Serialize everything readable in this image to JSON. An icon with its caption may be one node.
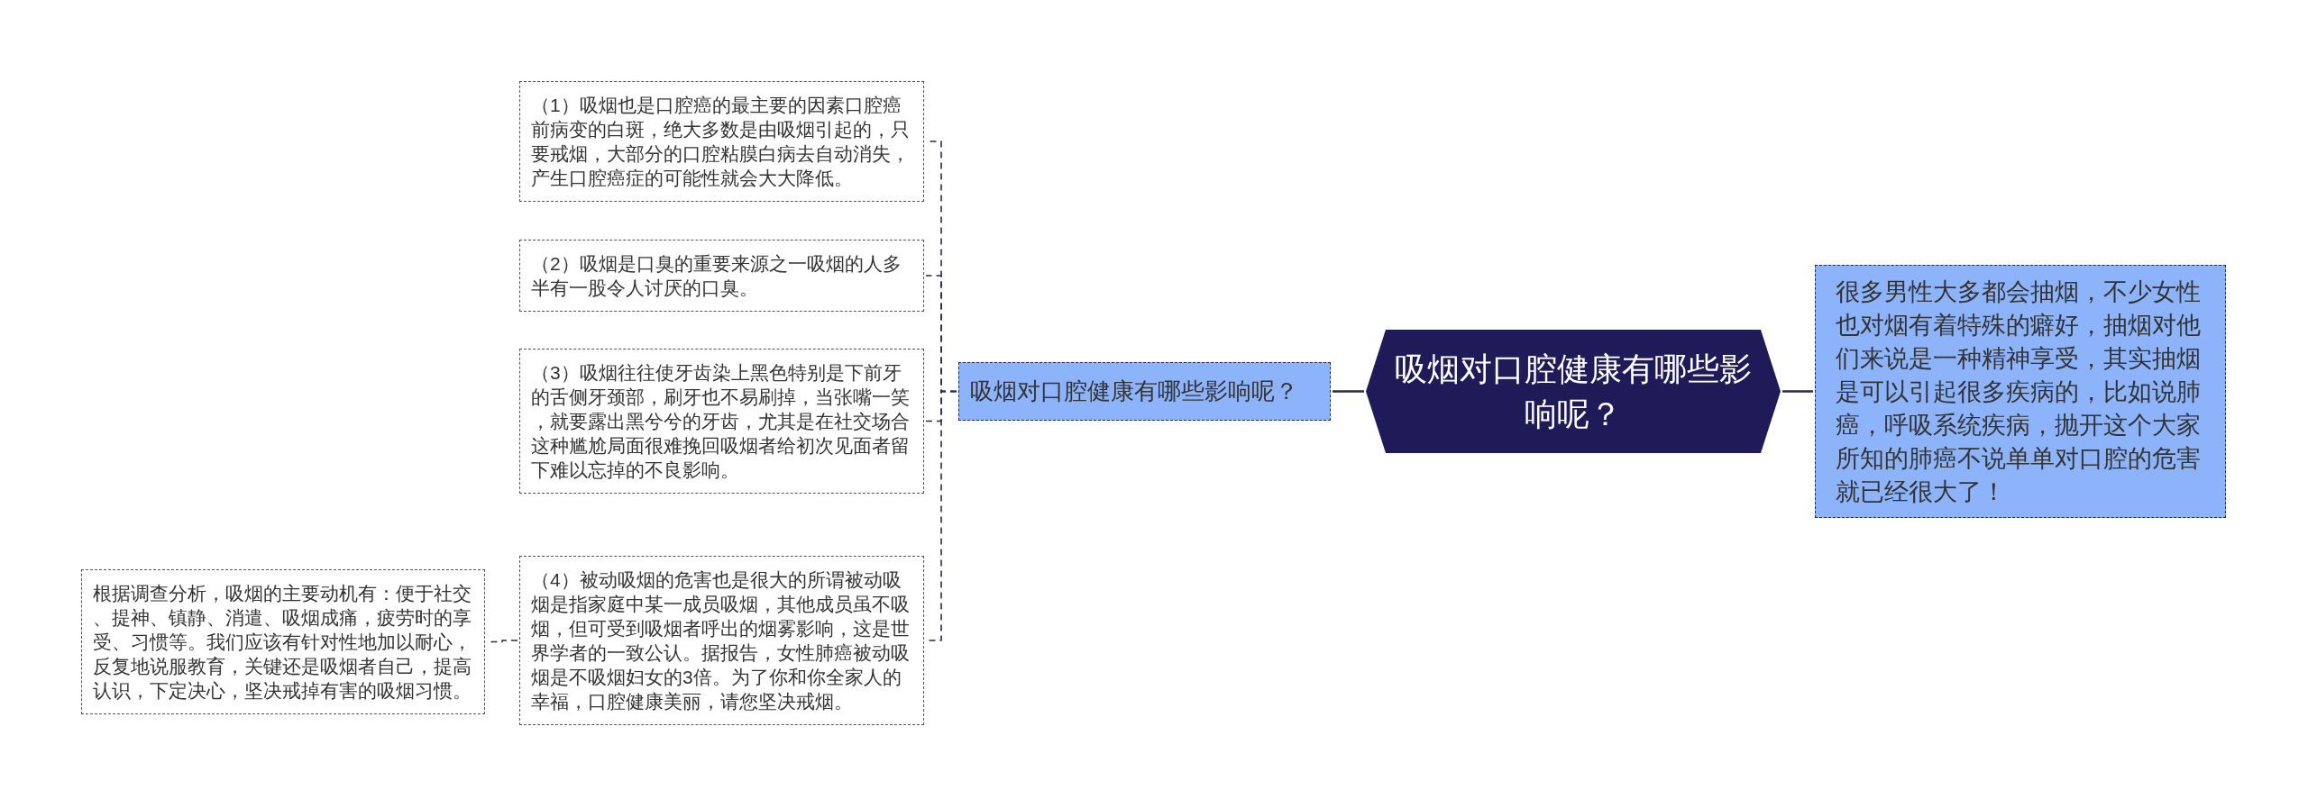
{
  "diagram": {
    "nodes": [
      {
        "text": [
          "吸烟对口腔健康有哪些影响呢？"
        ]
      },
      {
        "text": [
          "吸烟对口腔健康有哪些影响呢？"
        ]
      },
      {
        "text": [
          "（1）吸烟也是口腔癌的最主要的因素口腔癌前病变的白斑，绝大多数是由吸烟引起的，只要戒烟，大部分的口腔粘膜白病去自动消失，产生口腔癌症的可能性就会大大降低。"
        ]
      },
      {
        "text": [
          "（2）吸烟是口臭的重要来源之一吸烟的人多半有一股令人讨厌的口臭。"
        ]
      },
      {
        "text": [
          "（3）吸烟往往使牙齿染上黑色特别是下前牙的舌侧牙颈部，刷牙也不易刷掉，当张嘴一笑，就要露出黑兮兮的牙齿，尤其是在社交场合这种尴尬局面很难挽回吸烟者给初次见面者留下难以忘掉的不良影响。"
        ]
      },
      {
        "text": [
          "（4）被动吸烟的危害也是很大的所谓被动吸烟是指家庭中某一成员吸烟，其他成员虽不吸烟，但可受到吸烟者呼出的烟雾影响，这是世界学者的一致公认。据报告，女性肺癌被动吸烟是不吸烟妇女的3倍。为了你和你全家人的幸福，口腔健康美丽，请您坚决戒烟。"
        ]
      },
      {
        "text": [
          "根据调查分析，吸烟的主要动机有：便于社交、提神、镇静、消遣、吸烟成痛，疲劳时的享受、习惯等。我们应该有针对性地加以耐心，反复地说服教育，关键还是吸烟者自己，提高认识，下定决心，坚决戒掉有害的吸烟习惯。"
        ]
      },
      {
        "text": [
          "很多男性大多都会抽烟，不少女性也对烟有着特殊的癖好，抽烟对他们来说是一种精神享受，其实抽烟是可以引起很多疾病的，比如说肺癌，呼吸系统疾病，抛开这个大家所知的肺癌不说单单对口腔的危害就已经很大了！"
        ]
      }
    ],
    "edges": [
      {
        "from": 0,
        "to": 1,
        "arrow": "none"
      },
      {
        "from": 1,
        "to": 2,
        "arrow": "none",
        "style": "dashed"
      },
      {
        "from": 1,
        "to": 3,
        "arrow": "none",
        "style": "dashed"
      },
      {
        "from": 1,
        "to": 4,
        "arrow": "none",
        "style": "dashed"
      },
      {
        "from": 1,
        "to": 5,
        "arrow": "none",
        "style": "dashed"
      },
      {
        "from": 5,
        "to": 6,
        "arrow": "none",
        "style": "dashed"
      },
      {
        "from": 0,
        "to": 7,
        "arrow": "none"
      }
    ]
  }
}
